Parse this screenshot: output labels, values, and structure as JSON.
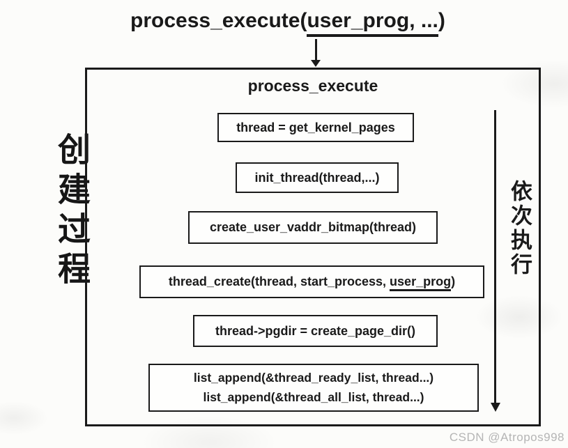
{
  "colors": {
    "ink": "#1a1a1a",
    "background": "#fcfcfa",
    "watermark_gray": "#b5b5b5"
  },
  "title": {
    "prefix": "process_execute(",
    "underlined": "user_prog, ...",
    "suffix": ")"
  },
  "outer_box": {
    "label": "process_execute"
  },
  "side_labels": {
    "left_vertical": "创建过程",
    "right_vertical": "依次执行"
  },
  "steps": [
    {
      "text": "thread = get_kernel_pages"
    },
    {
      "text": "init_thread(thread,...)"
    },
    {
      "text": "create_user_vaddr_bitmap(thread)"
    },
    {
      "prefix": "thread_create(thread, start_process, ",
      "underlined": "user_prog",
      "suffix": ")"
    },
    {
      "text": "thread->pgdir = create_page_dir()"
    },
    {
      "lines": [
        "list_append(&thread_ready_list, thread...)",
        "list_append(&thread_all_list, thread...)"
      ]
    }
  ],
  "watermark": "CSDN @Atropos998"
}
